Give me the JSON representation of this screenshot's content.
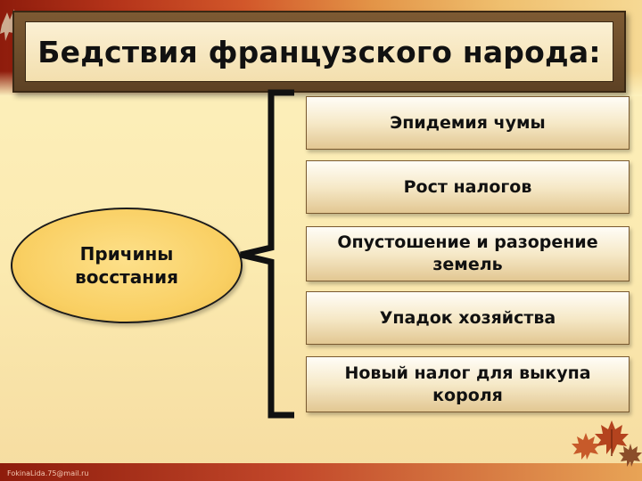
{
  "title": "Бедствия французского народа:",
  "center": {
    "label": "Причины восстания"
  },
  "causes": [
    "Эпидемия чумы",
    "Рост налогов",
    "Опустошение и разорение земель",
    "Упадок хозяйства",
    "Новый налог для выкупа короля"
  ],
  "watermark": "FokinaLida.75@mail.ru",
  "colors": {
    "band_dark": "#8e1c0c",
    "band_light": "#f6d994",
    "title_frame": "#5d4124",
    "oval_fill": "#f9cf62",
    "box_fill": "#f6e9c8",
    "background": "#fdf1be",
    "leaf": "#c75a2a"
  },
  "icons": [
    "maple-leaf-icon"
  ]
}
